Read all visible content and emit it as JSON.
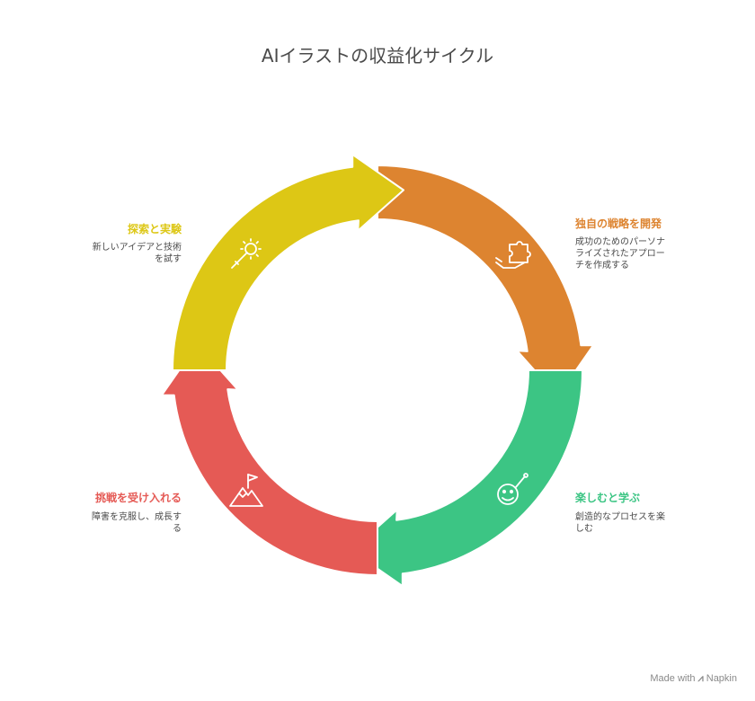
{
  "title": "AIイラストの収益化サイクル",
  "steps": [
    {
      "label": "独自の戦略を開発",
      "desc_lines": [
        "成功のためのパーソナ",
        "ライズされたアプロー",
        "チを作成する"
      ],
      "color": "#DD8430",
      "icon": "puzzle-hand-icon"
    },
    {
      "label": "楽しむと学ぶ",
      "desc_lines": [
        "創造的なプロセスを楽",
        "しむ"
      ],
      "color": "#3CC584",
      "icon": "smiley-palette-icon"
    },
    {
      "label": "挑戦を受け入れる",
      "desc_lines": [
        "障害を克服し、成長す",
        "る"
      ],
      "color": "#E55A55",
      "icon": "mountain-flag-icon"
    },
    {
      "label": "探索と実験",
      "desc_lines": [
        "新しいアイデアと技術",
        "を試す"
      ],
      "color": "#DDC715",
      "icon": "magic-wand-icon"
    }
  ],
  "footer": {
    "prefix": "Made with",
    "brand": "Napkin"
  }
}
